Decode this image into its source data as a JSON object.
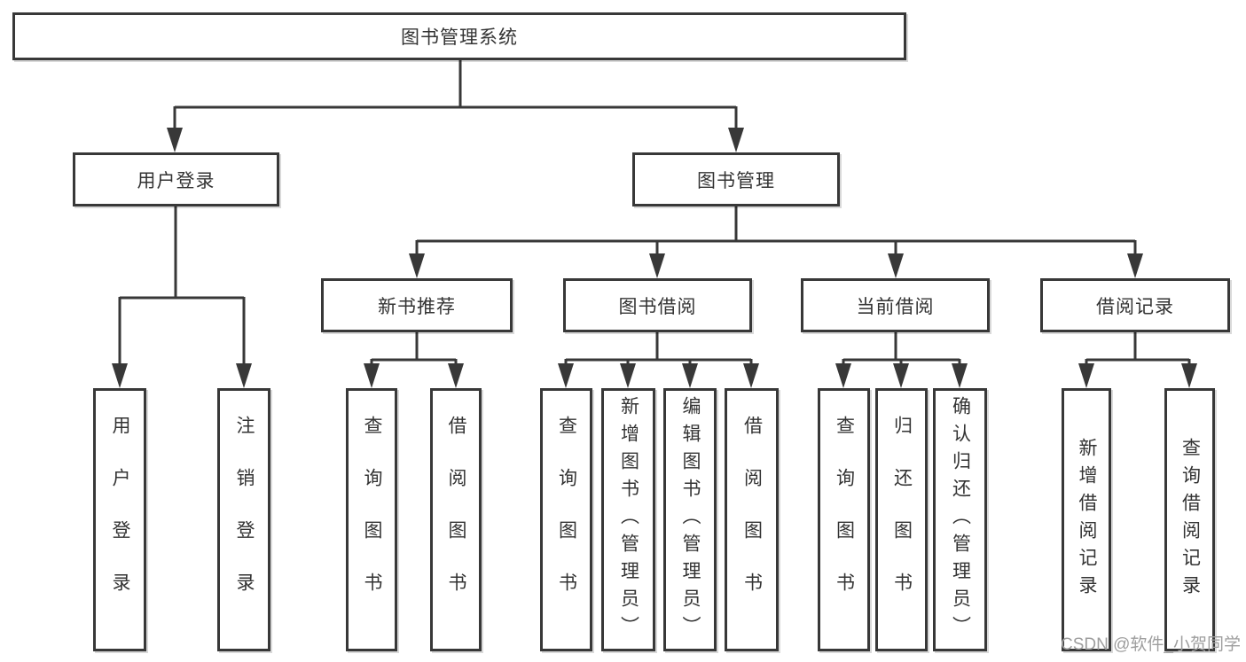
{
  "tree": {
    "root": "图书管理系统",
    "children": [
      {
        "label": "用户登录",
        "children": [
          "用户登录",
          "注销登录"
        ]
      },
      {
        "label": "图书管理",
        "children": [
          {
            "label": "新书推荐",
            "children": [
              "查询图书",
              "借阅图书"
            ]
          },
          {
            "label": "图书借阅",
            "children": [
              "查询图书",
              "新增图书（管理员）",
              "编辑图书（管理员）",
              "借阅图书"
            ]
          },
          {
            "label": "当前借阅",
            "children": [
              "查询图书",
              "归还图书",
              "确认归还（管理员）"
            ]
          },
          {
            "label": "借阅记录",
            "children": [
              "新增借阅记录",
              "查询借阅记录"
            ]
          }
        ]
      }
    ]
  },
  "watermark": {
    "text": "CSDN @软件_小贺同学"
  },
  "colors": {
    "line": "#383838",
    "box_border": "#383838",
    "text": "#333333",
    "watermark": "#9e9e9e",
    "background": "#ffffff"
  }
}
